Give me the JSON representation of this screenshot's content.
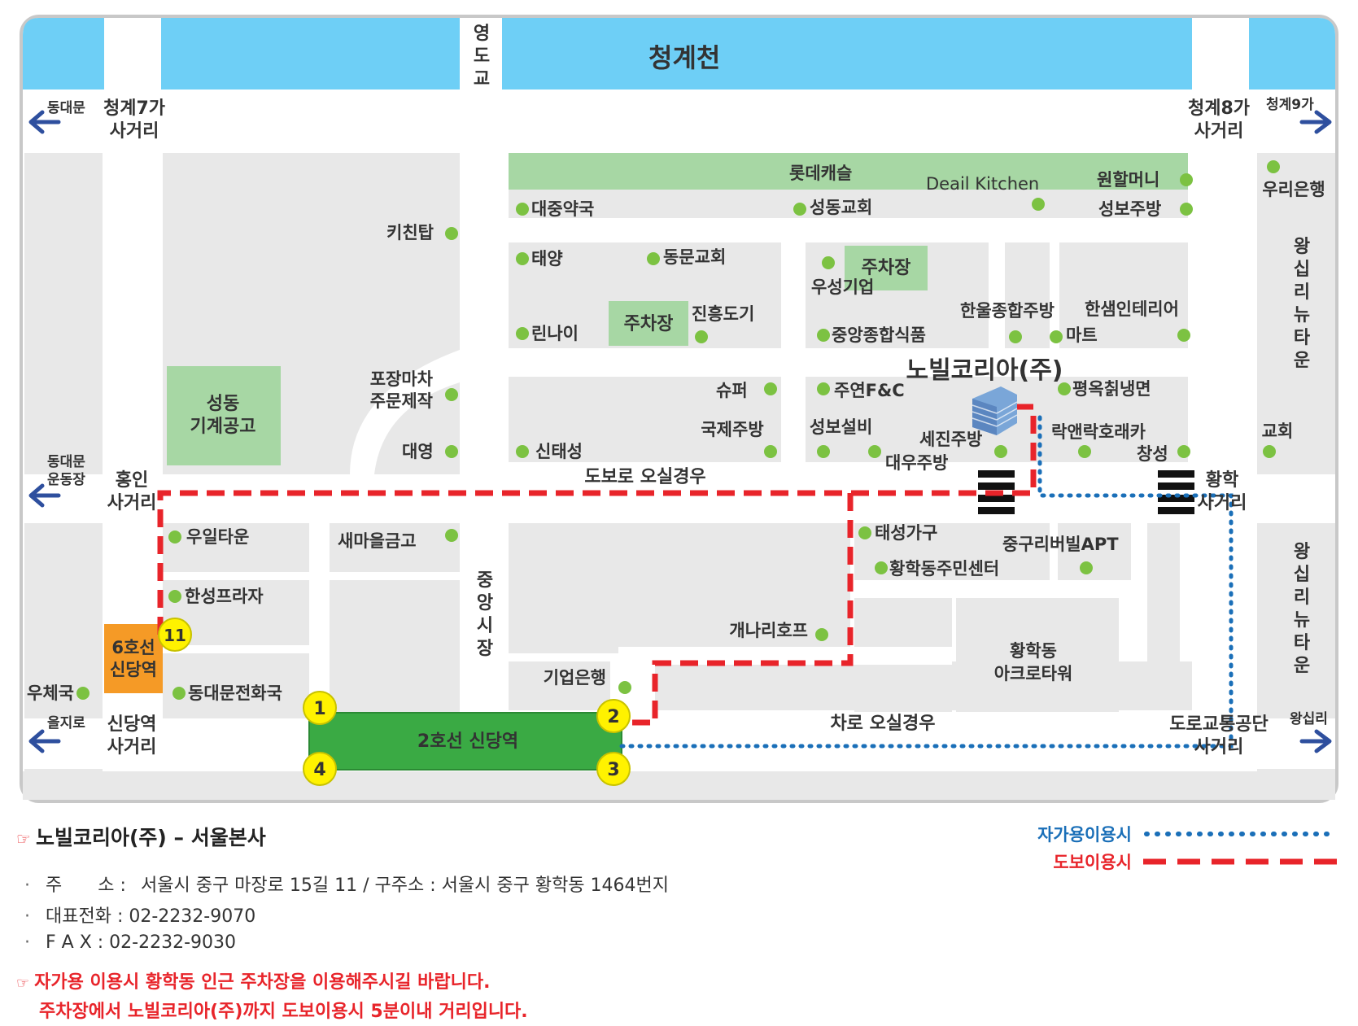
{
  "map": {
    "stream": "청계천",
    "bridge": "영도교",
    "company_marker": "노빌코리아(주)",
    "station_line2": "2호선 신당역",
    "station_line6": "6호선 신당역",
    "exits": [
      "1",
      "2",
      "3",
      "4",
      "11"
    ],
    "walk_route_label": "도보로 오실경우",
    "car_route_label": "차로 오실경우",
    "directions": {
      "left_top": "동대문",
      "left_mid": "동대문운동장",
      "left_bottom": "을지로",
      "right_top": "청계9가",
      "right_bottom": "왕십리"
    },
    "intersections": {
      "cheonggye7": "청계7가사거리",
      "cheonggye8": "청계8가사거리",
      "hongin": "홍인사거리",
      "hwanghak": "황학사거리",
      "sindang": "신당역사거리",
      "road_traffic": "도로교통공단사거리"
    },
    "vertical_labels": {
      "jungang_market": "중앙시장",
      "wangsimni_newtown_1": "왕십리뉴타운",
      "wangsimni_newtown_2": "왕십리뉴타운"
    },
    "places": {
      "lotte_castle": "롯데캐슬",
      "deail_kitchen": "Deail Kitchen",
      "wonhal_meoni": "원할머니",
      "daejung_pharmacy": "대중약국",
      "seongdong_church": "성동교회",
      "seongbo_kitchen": "성보주방",
      "woori_bank": "우리은행",
      "kitchen_tap": "키친탑",
      "taeyang": "태양",
      "dongmun_church": "동문교회",
      "parking1": "주차장",
      "parking2": "주차장",
      "useong_corp": "우성기업",
      "rinai": "린나이",
      "jinheung_pottery": "진흥도기",
      "jungang_food": "중앙종합식품",
      "hanul_kitchen": "한울종합주방",
      "mart": "마트",
      "hansaem_interior": "한샘인테리어",
      "seongdong_tool_park": "성동기계공고",
      "pojangmacha": "포장마차주문제작",
      "super": "슈퍼",
      "juyeon_fnc": "주연F&C",
      "pyeongok_naengmyeon": "평옥칡냉면",
      "gukje_kitchen": "국제주방",
      "seongbo_facility": "성보설비",
      "sejin_kitchen": "세진주방",
      "daewoo_kitchen": "대우주방",
      "rak_curry": "락앤락호래카",
      "changseong": "창성",
      "church": "교회",
      "daeyeong": "대영",
      "sintaeseong": "신태성",
      "uil_town": "우일타운",
      "saemaeul_bank": "새마을금고",
      "taeseong_furniture": "태성가구",
      "junggu_riverville": "중구리버빌APT",
      "hwanghak_center": "황학동주민센터",
      "hanseong_plaza": "한성프라자",
      "gaenari_pub": "개나리호프",
      "hwanghak_acro": "황학동아크로타워",
      "corp_bank": "기업은행",
      "post_office": "우체국",
      "dongdaemun_telecom": "동대문전화국"
    },
    "colors": {
      "water": "#6ecff6",
      "road": "#ffffff",
      "block": "#e8e8e8",
      "green_block": "#a7d7a4",
      "station2": "#3aaa44",
      "station6": "#f59a26",
      "exit": "#fff200",
      "walk": "#e8242a",
      "car": "#1a6fb8",
      "arrow": "#2e4f9e",
      "company": "#e0147e"
    }
  },
  "info": {
    "title": "노빌코리아(주) – 서울본사",
    "address_label": "주　　소 :",
    "address": "서울시 중구 마장로 15길 11  /  구주소 : 서울시 중구 황학동 1464번지",
    "phone_label": "대표전화 :",
    "phone": "02-2232-9070",
    "fax_label": "F  A  X :",
    "fax": "02-2232-9030",
    "notice_1": "자가용 이용시 황학동 인근 주차장을 이용해주시길 바랍니다.",
    "notice_2": "주차장에서 노빌코리아(주)까지 도보이용시 5분이내 거리입니다."
  },
  "legend": {
    "car": "자가용이용시",
    "walk": "도보이용시"
  }
}
